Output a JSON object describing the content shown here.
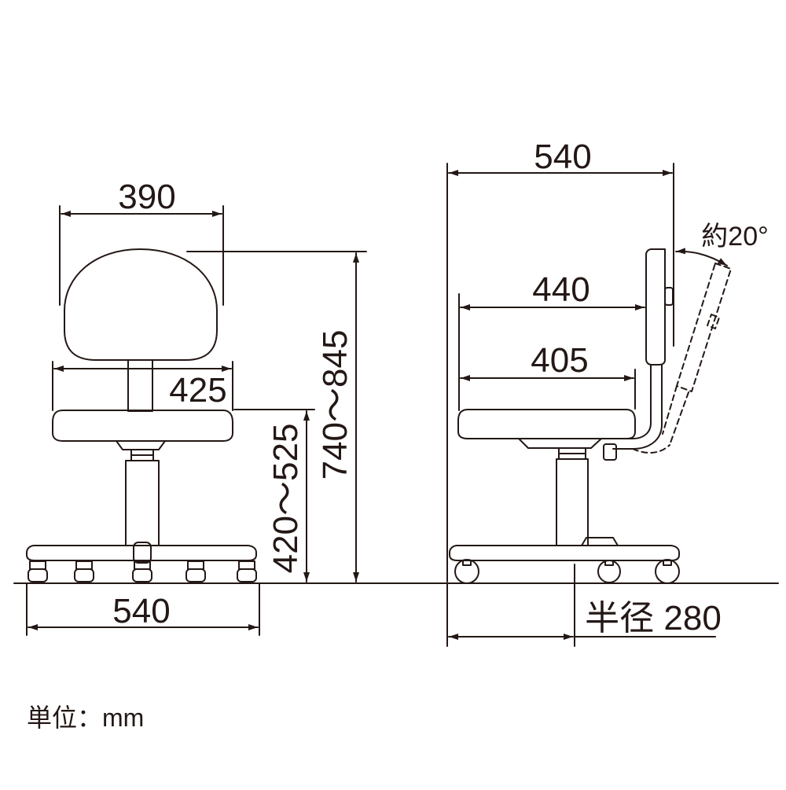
{
  "front_view": {
    "backrest_width": "390",
    "seat_width": "425",
    "base_width": "540",
    "seat_height": "420～525",
    "total_height": "740～845"
  },
  "side_view": {
    "total_depth": "540",
    "seat_depth_back": "440",
    "seat_depth": "405",
    "recline_angle": "約20°",
    "base_radius": "半径 280"
  },
  "unit_note": "単位：mm",
  "colors": {
    "line": "#231815",
    "background": "#ffffff"
  }
}
